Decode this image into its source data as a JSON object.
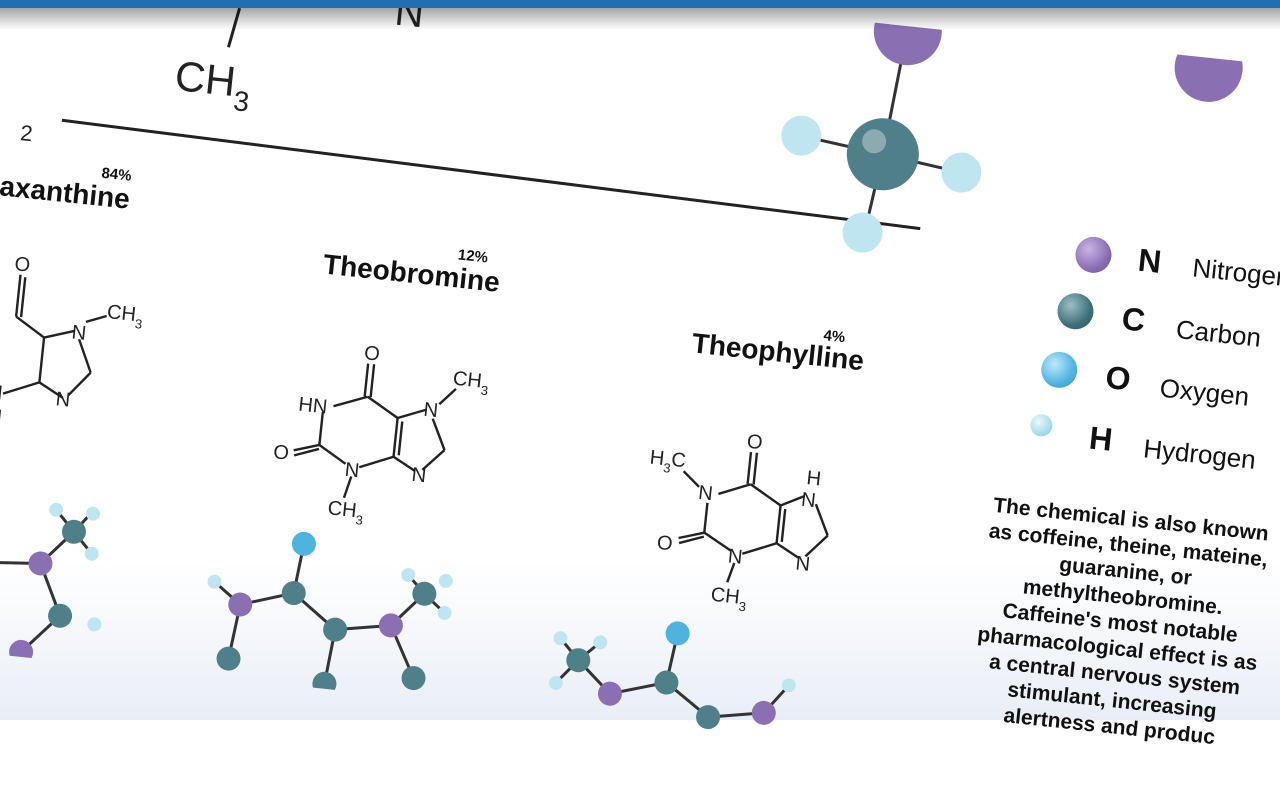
{
  "top_formula": {
    "n_left": "N",
    "n_right": "N",
    "ch": "CH",
    "sub3": "3"
  },
  "left_sub": "2",
  "compounds": [
    {
      "name": "axanthine",
      "percent": "84%"
    },
    {
      "name": "Theobromine",
      "percent": "12%"
    },
    {
      "name": "Theophylline",
      "percent": "4%"
    }
  ],
  "structure_labels": {
    "O": "O",
    "N": "N",
    "H": "H",
    "HN": "HN",
    "CH": "CH",
    "H3C": "H",
    "C": "C",
    "sub3": "3"
  },
  "legend": [
    {
      "letter": "N",
      "word": "Nitrogen",
      "color": "#8b6fb3"
    },
    {
      "letter": "C",
      "word": "Carbon",
      "color": "#3e6f78"
    },
    {
      "letter": "O",
      "word": "Oxygen",
      "color": "#4fb3df"
    },
    {
      "letter": "H",
      "word": "Hydrogen",
      "color": "#a9dcea"
    }
  ],
  "description_lines": [
    "The chemical is also known",
    "as coffeine, theine, mateine,",
    "guaranine, or",
    "methyltheobromine.",
    "Caffeine's most notable",
    "pharmacological effect is as",
    "a central nervous system",
    "stimulant, increasing",
    "alertness and produc"
  ]
}
